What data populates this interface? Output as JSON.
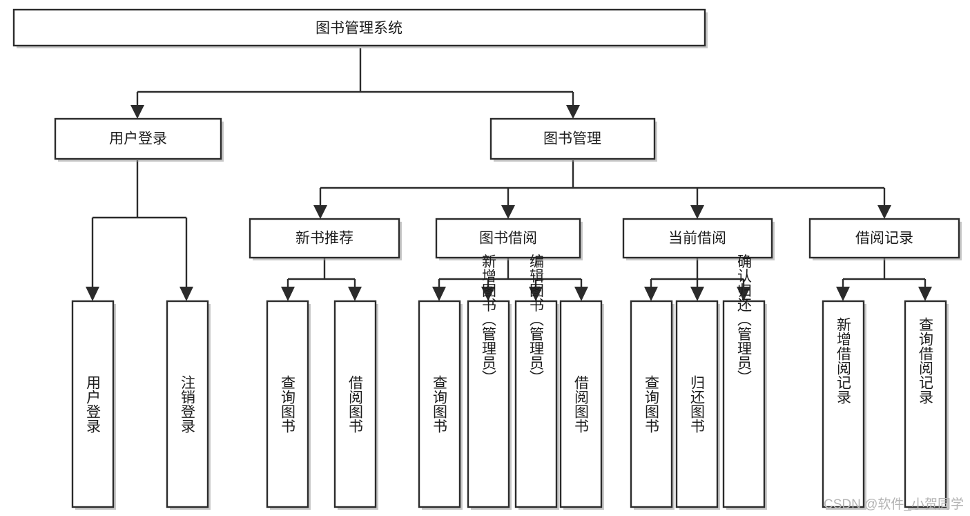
{
  "diagram": {
    "title": "图书管理系统",
    "type": "functional-structure-tree",
    "orientation": "top-down",
    "levels": 4,
    "root": {
      "id": "root",
      "label": "图书管理系统",
      "text_orientation": "horizontal"
    },
    "level2": [
      {
        "id": "user-login",
        "label": "用户登录",
        "text_orientation": "horizontal"
      },
      {
        "id": "book-manage",
        "label": "图书管理",
        "text_orientation": "horizontal"
      }
    ],
    "level3": [
      {
        "id": "new-book-rec",
        "label": "新书推荐",
        "parent": "book-manage",
        "text_orientation": "horizontal"
      },
      {
        "id": "book-borrow",
        "label": "图书借阅",
        "parent": "book-manage",
        "text_orientation": "horizontal"
      },
      {
        "id": "current-borrow",
        "label": "当前借阅",
        "parent": "book-manage",
        "text_orientation": "horizontal"
      },
      {
        "id": "borrow-record",
        "label": "借阅记录",
        "parent": "book-manage",
        "text_orientation": "horizontal"
      }
    ],
    "leaves": [
      {
        "id": "leaf-user-login",
        "label": "用户登录",
        "parent": "user-login",
        "text_orientation": "vertical"
      },
      {
        "id": "leaf-logout",
        "label": "注销登录",
        "parent": "user-login",
        "text_orientation": "vertical"
      },
      {
        "id": "leaf-query-book-1",
        "label": "查询图书",
        "parent": "new-book-rec",
        "text_orientation": "vertical"
      },
      {
        "id": "leaf-borrow-book-1",
        "label": "借阅图书",
        "parent": "new-book-rec",
        "text_orientation": "vertical"
      },
      {
        "id": "leaf-query-book-2",
        "label": "查询图书",
        "parent": "book-borrow",
        "text_orientation": "vertical"
      },
      {
        "id": "leaf-add-book",
        "label": "新增图书（管理员）",
        "parent": "book-borrow",
        "text_orientation": "vertical"
      },
      {
        "id": "leaf-edit-book",
        "label": "编辑图书（管理员）",
        "parent": "book-borrow",
        "text_orientation": "vertical"
      },
      {
        "id": "leaf-borrow-book-2",
        "label": "借阅图书",
        "parent": "book-borrow",
        "text_orientation": "vertical"
      },
      {
        "id": "leaf-query-book-3",
        "label": "查询图书",
        "parent": "current-borrow",
        "text_orientation": "vertical"
      },
      {
        "id": "leaf-return-book",
        "label": "归还图书",
        "parent": "current-borrow",
        "text_orientation": "vertical"
      },
      {
        "id": "leaf-confirm-return",
        "label": "确认归还（管理员）",
        "parent": "current-borrow",
        "text_orientation": "vertical"
      },
      {
        "id": "leaf-add-record",
        "label": "新增借阅记录",
        "parent": "borrow-record",
        "text_orientation": "vertical"
      },
      {
        "id": "leaf-query-record",
        "label": "查询借阅记录",
        "parent": "borrow-record",
        "text_orientation": "vertical"
      }
    ],
    "colors": {
      "background": "#ffffff",
      "box_fill": "#ffffff",
      "box_stroke": "#2b2b2b",
      "text": "#1c1c1c",
      "watermark": "#b4b4b4"
    }
  },
  "watermark": {
    "text": "CSDN @软件_小贺同学"
  }
}
